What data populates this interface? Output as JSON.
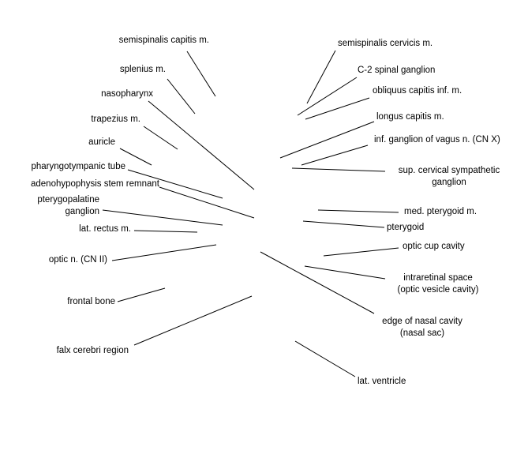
{
  "labels": {
    "semispinalis_capitis": "semispinalis capitis m.",
    "splenius": "splenius m.",
    "nasopharynx": "nasopharynx",
    "trapezius": "trapezius m.",
    "auricle": "auricle",
    "pharyngotympanic_tube": "pharyngotympanic tube",
    "adenohypophysis": "adenohypophysis stem remnant",
    "pterygopalatine_1": "pterygopalatine",
    "pterygopalatine_2": "ganglion",
    "lat_rectus": "lat. rectus m.",
    "optic_n": "optic n. (CN II)",
    "frontal_bone": "frontal bone",
    "falx_cerebri": "falx cerebri region",
    "semispinalis_cervicis": "semispinalis cervicis m.",
    "c2_ganglion": "C-2 spinal ganglion",
    "obliquus_capitis": "obliquus capitis inf. m.",
    "longus_capitis": "longus capitis m.",
    "inf_ganglion_vagus": "inf. ganglion of vagus n. (CN X)",
    "sup_cervical_1": "sup. cervical sympathetic",
    "sup_cervical_2": "ganglion",
    "med_pterygoid": "med. pterygoid m.",
    "pterygoid": "pterygoid",
    "optic_cup": "optic cup cavity",
    "intraretinal_1": "intraretinal space",
    "intraretinal_2": "(optic vesicle cavity)",
    "nasal_edge_1": "edge of nasal cavity",
    "nasal_edge_2": "(nasal sac)",
    "lat_ventricle": "lat. ventricle"
  }
}
